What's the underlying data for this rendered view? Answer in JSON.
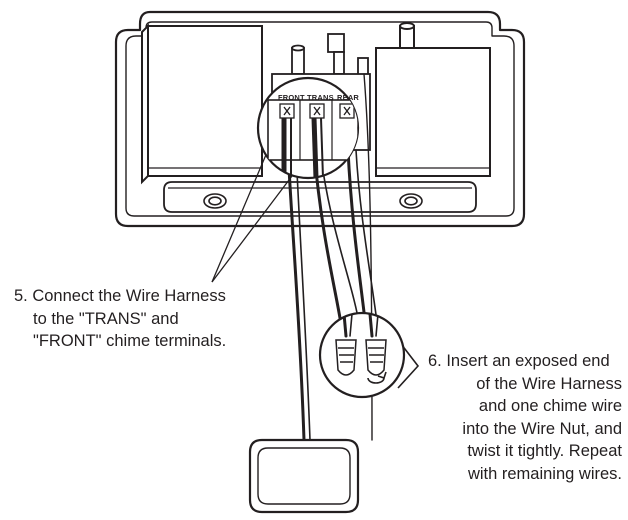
{
  "terminal_labels": {
    "front": "FRONT",
    "trans": "TRANS",
    "rear": "REAR"
  },
  "step5": {
    "line1": "5. Connect the Wire Harness",
    "line2": "to the \"TRANS\" and",
    "line3": "\"FRONT\" chime terminals."
  },
  "step6": {
    "line1": "6. Insert an exposed end",
    "line2": "of the Wire Harness",
    "line3": "and one chime wire",
    "line4": "into the Wire Nut, and",
    "line5": "twist it tightly. Repeat",
    "line6": "with remaining wires."
  },
  "colors": {
    "line": "#231f20",
    "background": "#ffffff"
  }
}
